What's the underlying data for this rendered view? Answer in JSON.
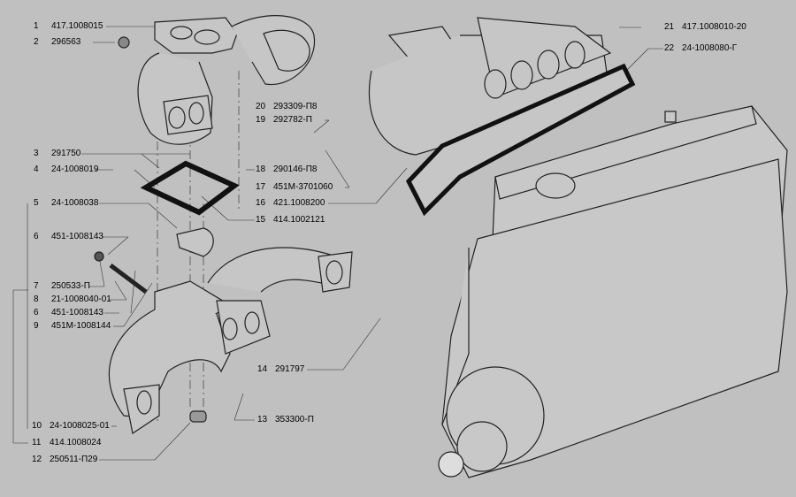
{
  "diagram": {
    "parts": [
      {
        "num": "1",
        "code": "417.1008015"
      },
      {
        "num": "2",
        "code": "296563"
      },
      {
        "num": "3",
        "code": "291750"
      },
      {
        "num": "4",
        "code": "24-1008019"
      },
      {
        "num": "5",
        "code": "24-1008038"
      },
      {
        "num": "6",
        "code": "451-1008143"
      },
      {
        "num": "7",
        "code": "250533-П"
      },
      {
        "num": "8",
        "code": "21-1008040-01"
      },
      {
        "num": "6",
        "code": "451-1008143"
      },
      {
        "num": "9",
        "code": "451М-1008144"
      },
      {
        "num": "10",
        "code": "24-1008025-01"
      },
      {
        "num": "11",
        "code": "414.1008024"
      },
      {
        "num": "12",
        "code": "250511-П29"
      },
      {
        "num": "13",
        "code": "353300-П"
      },
      {
        "num": "14",
        "code": "291797"
      },
      {
        "num": "15",
        "code": "414.1002121"
      },
      {
        "num": "16",
        "code": "421.1008200"
      },
      {
        "num": "17",
        "code": "451М-3701060"
      },
      {
        "num": "18",
        "code": "290146-П8"
      },
      {
        "num": "19",
        "code": "292782-П"
      },
      {
        "num": "20",
        "code": "293309-П8"
      },
      {
        "num": "21",
        "code": "417.1008010-20"
      },
      {
        "num": "22",
        "code": "24-1008080-Г"
      }
    ]
  },
  "colors": {
    "background": "#c0c0c0",
    "ink": "#000000"
  }
}
